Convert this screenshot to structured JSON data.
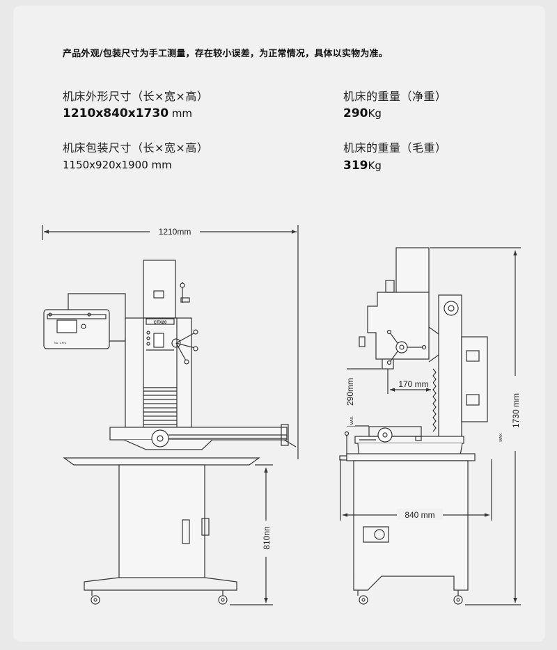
{
  "notice": "产品外观/包装尺寸为手工测量，存在较小误差，为正常情况，具体以实物为准。",
  "specs": {
    "machine_size_label": "机床外形尺寸（长×宽×高）",
    "machine_size_bold": "1210x840x1730",
    "machine_size_unit": " mm",
    "package_size_label": "机床包装尺寸（长×宽×高）",
    "package_size_value": "1150x920x1900",
    "package_size_unit": " mm",
    "net_weight_label": "机床的重量（净重）",
    "net_weight_bold": "290",
    "net_weight_unit": "Kg",
    "gross_weight_label": "机床的重量（毛重）",
    "gross_weight_bold": "319",
    "gross_weight_unit": "Kg"
  },
  "diagram": {
    "front_width_label": "1210mm",
    "front_stand_height_label": "810nn",
    "side_height_prefix": "MAX.",
    "side_height_label": "1730 mm",
    "side_stroke_prefix": "MAX.",
    "side_stroke_label": "290mm",
    "side_throat_label": "170 mm",
    "side_depth_label": "840 mm",
    "model_badge": "CTX20"
  }
}
